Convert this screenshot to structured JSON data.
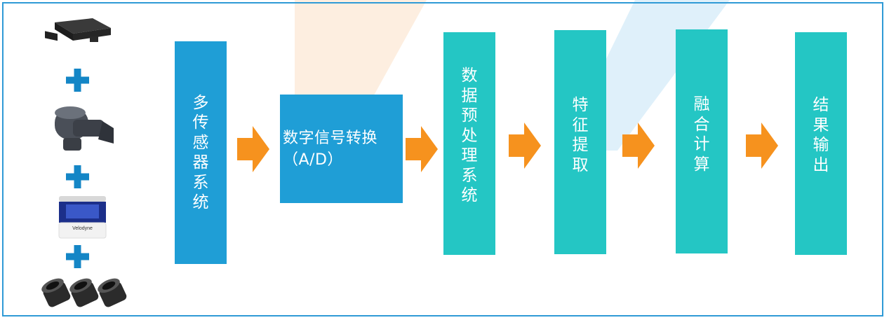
{
  "colors": {
    "frame": "#2f9ad6",
    "blue_block": "#1f9ed6",
    "teal_block": "#24c6c4",
    "arrow": "#f6921e",
    "plus": "#1486c6"
  },
  "sensors": [
    {
      "icon": "radar-module-icon"
    },
    {
      "icon": "ultrasonic-sensor-icon"
    },
    {
      "icon": "lidar-icon",
      "label": "Velodyne"
    },
    {
      "icon": "camera-lenses-icon"
    }
  ],
  "blocks": [
    {
      "id": "multi-sensor",
      "label": "多传感器系统"
    },
    {
      "id": "ad-conversion",
      "label": "数字信号转换（A/D）"
    },
    {
      "id": "preprocessing",
      "label": "数据预处理系统"
    },
    {
      "id": "feature-extraction",
      "label": "特征提取"
    },
    {
      "id": "fusion",
      "label": "融合计算"
    },
    {
      "id": "output",
      "label": "结果输出"
    }
  ]
}
